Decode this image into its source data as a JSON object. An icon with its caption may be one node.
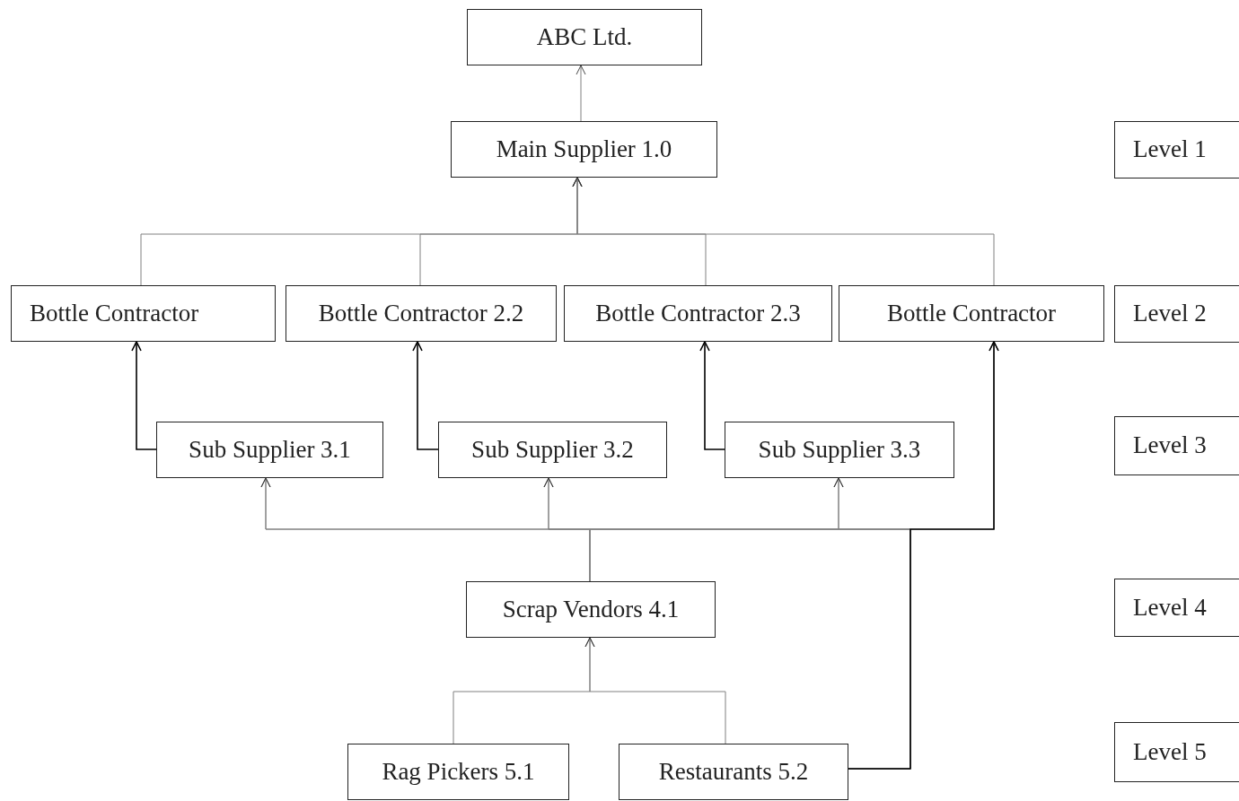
{
  "diagram": {
    "nodes": [
      {
        "text": [
          "ABC Ltd."
        ]
      },
      {
        "text": [
          "Main Supplier 1.0"
        ]
      },
      {
        "text": [
          "Bottle Contractor"
        ]
      },
      {
        "text": [
          "Bottle Contractor 2.2"
        ]
      },
      {
        "text": [
          "Bottle Contractor 2.3"
        ]
      },
      {
        "text": [
          "Bottle Contractor"
        ]
      },
      {
        "text": [
          "Sub Supplier 3.1"
        ]
      },
      {
        "text": [
          "Sub Supplier 3.2"
        ]
      },
      {
        "text": [
          "Sub Supplier 3.3"
        ]
      },
      {
        "text": [
          "Scrap Vendors 4.1"
        ]
      },
      {
        "text": [
          "Rag Pickers 5.1"
        ]
      },
      {
        "text": [
          "Restaurants 5.2"
        ]
      },
      {
        "text": [
          "Level 1"
        ]
      },
      {
        "text": [
          "Level 2"
        ]
      },
      {
        "text": [
          "Level 3"
        ]
      },
      {
        "text": [
          "Level 4"
        ]
      },
      {
        "text": [
          "Level 5"
        ]
      }
    ],
    "edges": [
      {
        "from": 1,
        "to": 0,
        "arrow": "to"
      },
      {
        "from": 2,
        "to": 1,
        "arrow": "to"
      },
      {
        "from": 3,
        "to": 1,
        "arrow": "to"
      },
      {
        "from": 4,
        "to": 1,
        "arrow": "to"
      },
      {
        "from": 5,
        "to": 1,
        "arrow": "to"
      },
      {
        "from": 6,
        "to": 2,
        "arrow": "to",
        "color": "#000000"
      },
      {
        "from": 7,
        "to": 3,
        "arrow": "to",
        "color": "#000000"
      },
      {
        "from": 8,
        "to": 4,
        "arrow": "to",
        "color": "#000000"
      },
      {
        "from": 9,
        "to": 6,
        "arrow": "to"
      },
      {
        "from": 9,
        "to": 7,
        "arrow": "to"
      },
      {
        "from": 9,
        "to": 8,
        "arrow": "to"
      },
      {
        "from": 9,
        "to": 5,
        "arrow": "to"
      },
      {
        "from": 11,
        "to": 6,
        "arrow": "to"
      },
      {
        "from": 11,
        "to": 7,
        "arrow": "to"
      },
      {
        "from": 11,
        "to": 8,
        "arrow": "to"
      },
      {
        "from": 11,
        "to": 5,
        "arrow": "to",
        "color": "#000000"
      },
      {
        "from": 10,
        "to": 9,
        "arrow": "to"
      },
      {
        "from": 11,
        "to": 9,
        "arrow": "to"
      }
    ]
  }
}
